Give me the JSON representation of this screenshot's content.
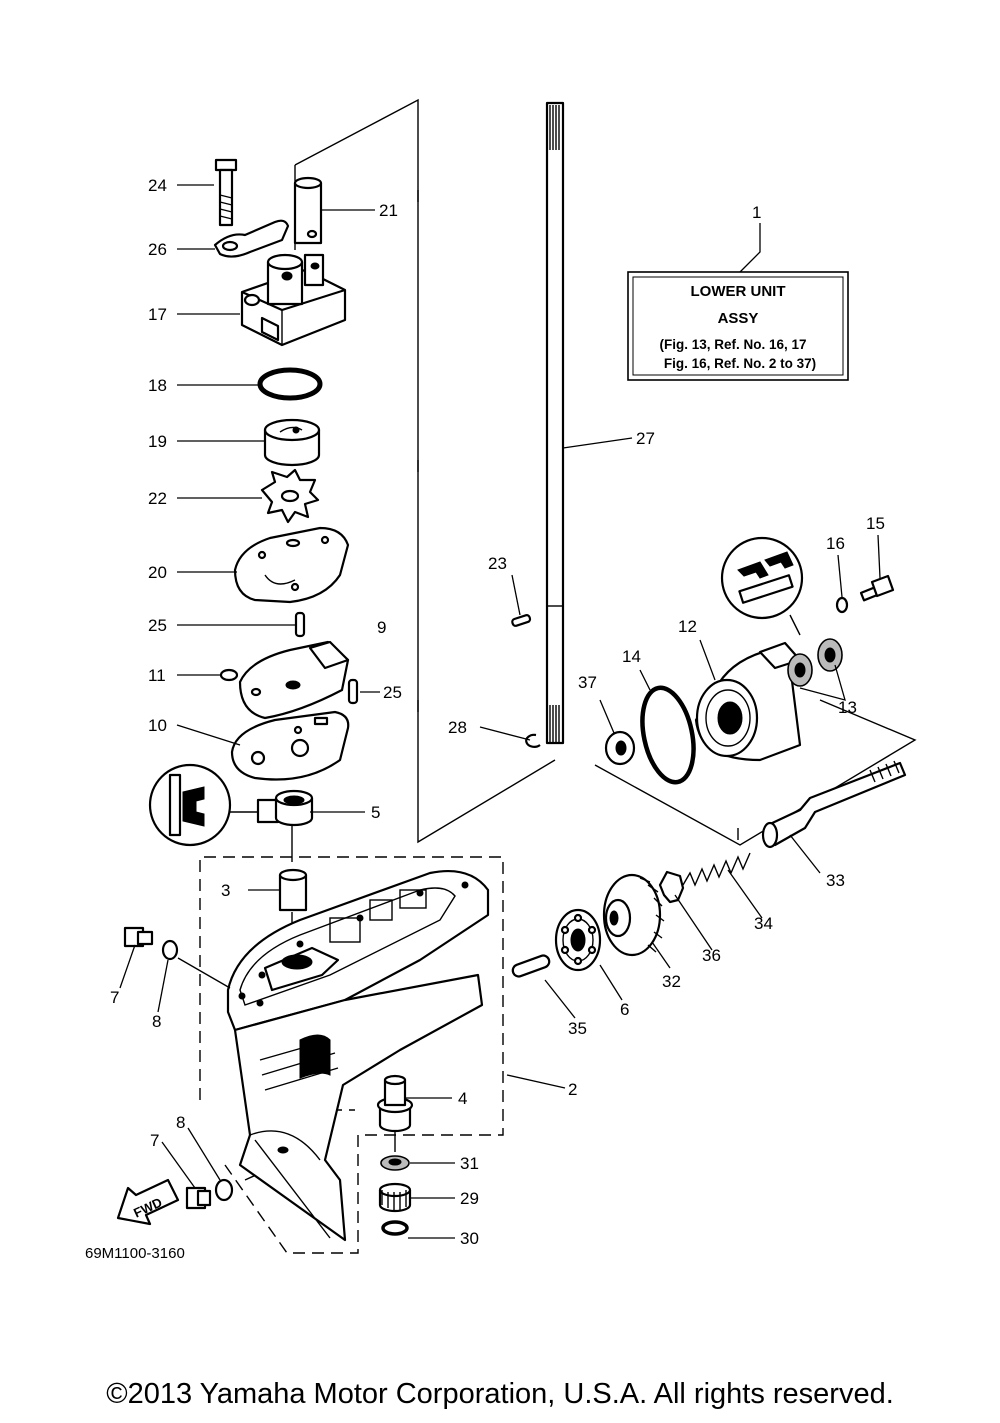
{
  "assy_label": {
    "line1": "LOWER UNIT",
    "line2": "ASSY",
    "line3": "(Fig. 13, Ref. No. 16, 17",
    "line4": "Fig. 16, Ref. No. 2 to 37)"
  },
  "fwd_label": "FWD",
  "drawing_code": "69M1100-3160",
  "copyright": "©2013 Yamaha Motor Corporation, U.S.A. All rights reserved.",
  "callouts": [
    "1",
    "2",
    "3",
    "4",
    "5",
    "6",
    "7",
    "7",
    "8",
    "8",
    "9",
    "10",
    "11",
    "12",
    "13",
    "14",
    "15",
    "16",
    "17",
    "18",
    "19",
    "20",
    "21",
    "22",
    "23",
    "24",
    "25",
    "25",
    "26",
    "27",
    "28",
    "29",
    "30",
    "31",
    "32",
    "33",
    "34",
    "35",
    "36",
    "37"
  ]
}
